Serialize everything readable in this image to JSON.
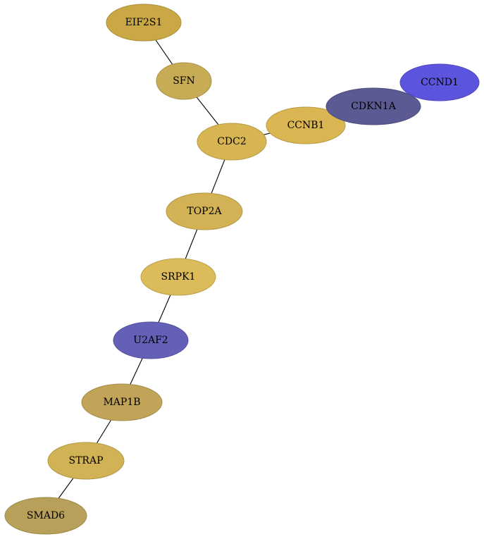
{
  "nodes": [
    {
      "id": "EIF2S1",
      "label": "EIF2S1",
      "color": "#c9a845"
    },
    {
      "id": "SFN",
      "label": "SFN",
      "color": "#c8ab55"
    },
    {
      "id": "CDC2",
      "label": "CDC2",
      "color": "#d7b552"
    },
    {
      "id": "CCNB1",
      "label": "CCNB1",
      "color": "#d9b652"
    },
    {
      "id": "CDKN1A",
      "label": "CDKN1A",
      "color": "#5c5a93"
    },
    {
      "id": "CCND1",
      "label": "CCND1",
      "color": "#5b55de"
    },
    {
      "id": "TOP2A",
      "label": "TOP2A",
      "color": "#d3b255"
    },
    {
      "id": "SRPK1",
      "label": "SRPK1",
      "color": "#dcbc5a"
    },
    {
      "id": "U2AF2",
      "label": "U2AF2",
      "color": "#6460b8"
    },
    {
      "id": "MAP1B",
      "label": "MAP1B",
      "color": "#c1a457"
    },
    {
      "id": "STRAP",
      "label": "STRAP",
      "color": "#d1b255"
    },
    {
      "id": "SMAD6",
      "label": "SMAD6",
      "color": "#b9a05a"
    }
  ],
  "edges": [
    {
      "from": "EIF2S1",
      "to": "SFN"
    },
    {
      "from": "SFN",
      "to": "CDC2"
    },
    {
      "from": "CDC2",
      "to": "CCNB1"
    },
    {
      "from": "CDC2",
      "to": "TOP2A"
    },
    {
      "from": "TOP2A",
      "to": "SRPK1"
    },
    {
      "from": "SRPK1",
      "to": "U2AF2"
    },
    {
      "from": "U2AF2",
      "to": "MAP1B"
    },
    {
      "from": "MAP1B",
      "to": "STRAP"
    },
    {
      "from": "STRAP",
      "to": "SMAD6"
    }
  ]
}
